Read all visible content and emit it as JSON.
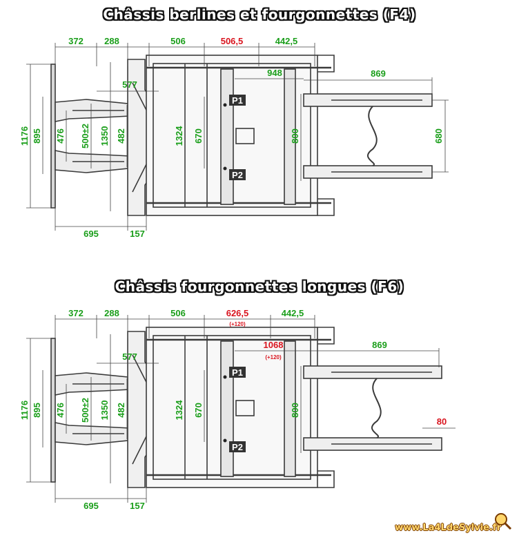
{
  "colors": {
    "dimension": "#1a9e1a",
    "changed": "#d9141e",
    "frame": "#3a3a3a"
  },
  "diagram1": {
    "title": "Châssis berlines et fourgonnettes (F4)",
    "dims": {
      "d372": "372",
      "d288": "288",
      "d506": "506",
      "d506_5": "506,5",
      "d442_5": "442,5",
      "d948": "948",
      "d869": "869",
      "d577": "577",
      "d1176": "1176",
      "d895": "895",
      "d476": "476",
      "d500": "500±2",
      "d1350": "1350",
      "d482": "482",
      "d1324": "1324",
      "d670": "670",
      "d800": "800",
      "d680": "680",
      "d695": "695",
      "d157": "157"
    },
    "points": {
      "p1": "P1",
      "p2": "P2"
    }
  },
  "diagram2": {
    "title": "Châssis fourgonnettes longues (F6)",
    "dims": {
      "d372": "372",
      "d288": "288",
      "d506": "506",
      "d626_5": "626,5",
      "d626_note": "(+120)",
      "d442_5": "442,5",
      "d1068": "1068",
      "d1068_note": "(+120)",
      "d869": "869",
      "d577": "577",
      "d1176": "1176",
      "d895": "895",
      "d476": "476",
      "d500": "500±2",
      "d1350": "1350",
      "d482": "482",
      "d1324": "1324",
      "d670": "670",
      "d800": "800",
      "d80": "80",
      "d695": "695",
      "d157": "157"
    },
    "points": {
      "p1": "P1",
      "p2": "P2"
    }
  },
  "watermark": "www.La4LdeSylvie.fr"
}
